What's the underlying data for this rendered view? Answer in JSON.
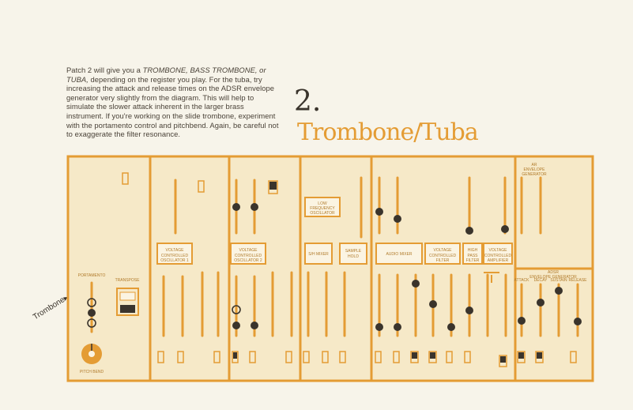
{
  "intro": {
    "lead": "Patch 2 will give you a ",
    "instruments": "TROMBONE, BASS TROMBONE, or TUBA,",
    "rest": " depending on the register you play. For the tuba, try increasing the attack and release times on the ADSR envelope generator very slightly from the diagram. This will help to simulate the slower attack inherent in the larger brass instrument. If you're working on the slide trombone, experiment with the portamento control and pitchbend. Again, be careful not to exaggerate the filter resonance."
  },
  "patch_number": "2.",
  "patch_name": "Trombone/Tuba",
  "trombone_label": "Trombone",
  "modules": {
    "vco1": "VOLTAGE CONTROLLED OSCILLATOR 1",
    "vco2": "VOLTAGE CONTROLLED OSCILLATOR 2",
    "lfo": "LOW FREQUENCY OSCILLATOR",
    "sh_mixer": "S/H MIXER",
    "sample_hold": "SAMPLE HOLD",
    "audio_mixer": "AUDIO MIXER",
    "vcf": "VOLTAGE CONTROLLED FILTER",
    "hpf": "HIGH PASS FILTER",
    "vca": "VOLTAGE CONTROLLED AMPLIFIER",
    "ar": "AR ENVELOPE GENERATOR",
    "adsr": "ADSR ENVELOPE GENERATOR"
  },
  "controls": {
    "portamento": "PORTAMENTO",
    "transpose": "TRANSPOSE",
    "pitch_bend": "PITCH BEND",
    "attack": "ATTACK",
    "decay": "DECAY",
    "sustain": "SUSTAIN",
    "release": "RELEASE"
  },
  "colors": {
    "accent": "#e49c34",
    "knob": "#3a342c",
    "paper": "#f7f4ea"
  }
}
